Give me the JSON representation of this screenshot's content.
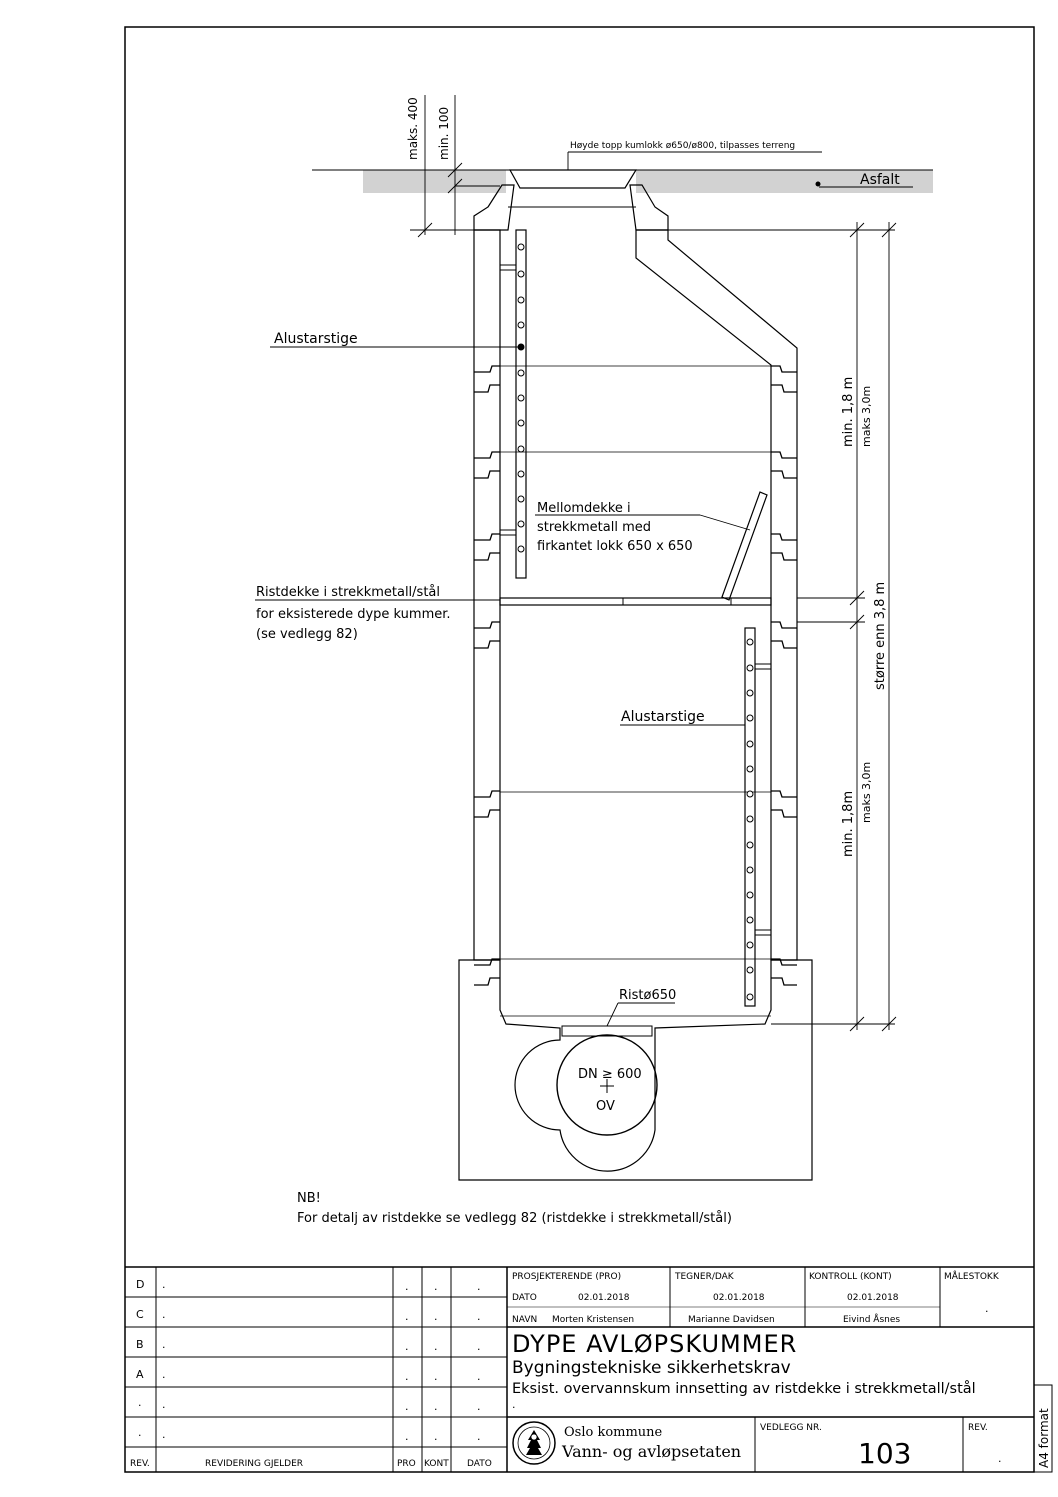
{
  "drawing": {
    "labels": {
      "maks400": "maks. 400",
      "min100": "min. 100",
      "hoyde_topp": "Høyde topp kumlokk ø650/ø800, tilpasses terreng",
      "asfalt": "Asfalt",
      "alustarstige_upper": "Alustarstige",
      "alustarstige_lower": "Alustarstige",
      "mellomdekke_1": "Mellomdekke i",
      "mellomdekke_2": "strekkmetall med",
      "mellomdekke_3": "firkantet lokk 650 x 650",
      "ristdekke_1": "Ristdekke i strekkmetall/stål",
      "ristdekke_2": "for eksisterede dype kummer.",
      "ristdekke_3": "(se vedlegg 82)",
      "min18m_upper": "min. 1,8 m",
      "maks30m_upper": "maks 3,0m",
      "storre_enn": "større enn 3,8 m",
      "min18m_lower": "min. 1,8m",
      "maks30m_lower": "maks 3,0m",
      "rist650": "Ristø650",
      "dn600": "DN ≥ 600",
      "ov": "OV",
      "nb": "NB!",
      "nb_text": "For detalj av ristdekke se vedlegg 82 (ristdekke i strekkmetall/stål)"
    }
  },
  "title_block": {
    "revisions": [
      {
        "rev": "D",
        "text": ".",
        "pro": ".",
        "kont": ".",
        "dato": "."
      },
      {
        "rev": "C",
        "text": ".",
        "pro": ".",
        "kont": ".",
        "dato": "."
      },
      {
        "rev": "B",
        "text": ".",
        "pro": ".",
        "kont": ".",
        "dato": "."
      },
      {
        "rev": "A",
        "text": ".",
        "pro": ".",
        "kont": ".",
        "dato": "."
      },
      {
        "rev": ".",
        "text": ".",
        "pro": ".",
        "kont": ".",
        "dato": "."
      },
      {
        "rev": ".",
        "text": ".",
        "pro": ".",
        "kont": ".",
        "dato": "."
      }
    ],
    "rev_header": "REV.",
    "revidering_header": "REVIDERING GJELDER",
    "pro_header": "PRO",
    "kont_header": "KONT",
    "dato_header": "DATO",
    "prosjekterende_label": "PROSJEKTERENDE (PRO)",
    "tegner_label": "TEGNER/DAK",
    "kontroll_label": "KONTROLL (KONT)",
    "malestokk_label": "MÅLESTOKK",
    "dato_label": "DATO",
    "navn_label": "NAVN",
    "pro_dato": "02.01.2018",
    "pro_navn": "Morten Kristensen",
    "tegner_dato": "02.01.2018",
    "tegner_navn": "Marianne Davidsen",
    "kont_dato": "02.01.2018",
    "kont_navn": "Eivind Åsnes",
    "malestokk_value": ".",
    "title": "DYPE AVLØPSKUMMER",
    "subtitle": "Bygningstekniske sikkerhetskrav",
    "subtitle2": "Eksist. overvannskum innsetting av ristdekke i strekkmetall/stål",
    "subtitle3": ".",
    "org1": "Oslo kommune",
    "org2": "Vann- og avløpsetaten",
    "vedlegg_label": "VEDLEGG NR.",
    "vedlegg_value": "103",
    "rev_label": "REV.",
    "rev_value": ".",
    "format_label": "A4 format"
  }
}
